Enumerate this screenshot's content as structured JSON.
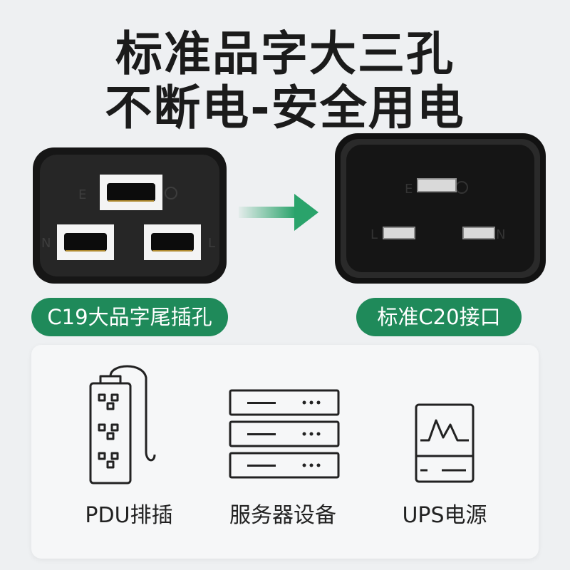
{
  "headline": {
    "line1": "标准品字大三孔",
    "line2": "不断电-安全用电"
  },
  "connectors": {
    "c19": {
      "pin_marks": [
        "E",
        "N",
        "L"
      ],
      "pill_label": "C19大品字尾插孔"
    },
    "c20": {
      "pin_marks": [
        "E",
        "L",
        "N"
      ],
      "pill_label": "标准C20接口"
    }
  },
  "devices": [
    {
      "label": "PDU排插",
      "icon": "power-strip-icon"
    },
    {
      "label": "服务器设备",
      "icon": "server-rack-icon"
    },
    {
      "label": "UPS电源",
      "icon": "ups-icon"
    }
  ],
  "colors": {
    "accent_green": "#1f8a5a",
    "arrow_green": "#2aa36b",
    "background": "#eef0f2",
    "plug_black": "#1e1e1e"
  }
}
